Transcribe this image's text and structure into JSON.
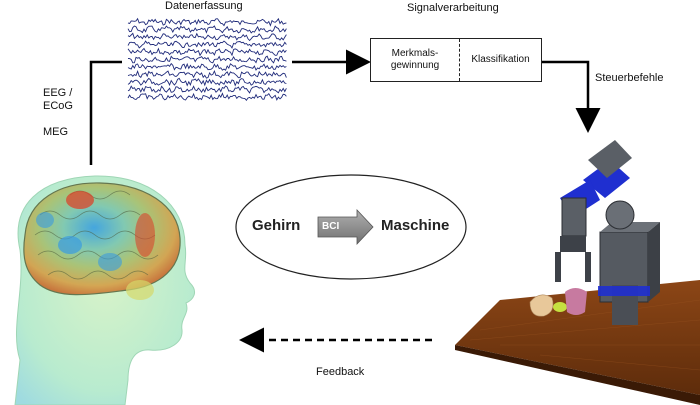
{
  "labels": {
    "data_acquisition": "Datenerfassung",
    "signal_processing": "Signalverarbeitung",
    "feature_extraction": "Merkmals-\ngewinnung",
    "classification": "Klassifikation",
    "control_commands": "Steuerbefehle",
    "eeg": "EEG /",
    "ecog": "ECoG",
    "meg": "MEG",
    "feedback": "Feedback"
  },
  "center": {
    "left": "Gehirn",
    "badge": "BCI",
    "right": "Maschine"
  },
  "colors": {
    "eeg_trace": "#1f2a7a",
    "arrow": "#000000",
    "brain_hot": "#d9442b",
    "brain_cold": "#3a9be0",
    "head_skin": "#b9ecc9",
    "table_wood": "#7a3d12",
    "robot_blue": "#1f2fd0",
    "robot_gray": "#555a61",
    "badge_gray": "#8a8a8a"
  }
}
